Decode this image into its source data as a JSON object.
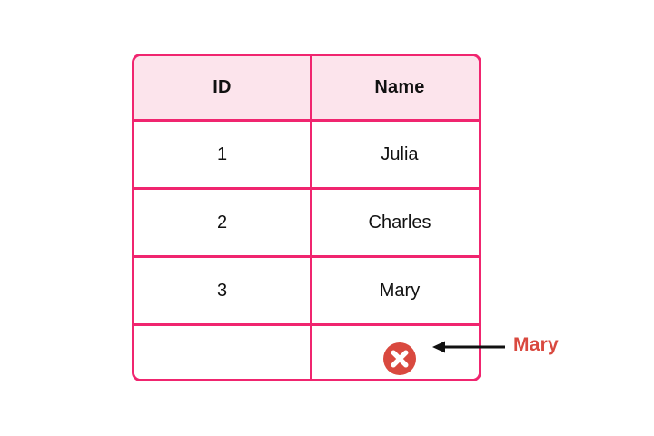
{
  "diagram": {
    "title": "unique-constraint-violation",
    "background_color": "#FFFFFF"
  },
  "colors": {
    "table_border": "#F0256F",
    "header_fill": "#FCE4EC",
    "cell_fill": "#FFFFFF",
    "text": "#111111",
    "error_red": "#D9493F",
    "arrow": "#111111"
  },
  "table": {
    "columns": [
      {
        "key": "id",
        "label": "ID"
      },
      {
        "key": "name",
        "label": "Name"
      }
    ],
    "rows": [
      {
        "id": "1",
        "name": "Julia",
        "type": "data"
      },
      {
        "id": "2",
        "name": "Charles",
        "type": "data"
      },
      {
        "id": "3",
        "name": "Mary",
        "type": "data"
      },
      {
        "id": "",
        "name": "",
        "type": "rejected",
        "icon": "error-circle-x-icon"
      }
    ]
  },
  "annotation": {
    "label": "Mary",
    "arrow_direction": "left",
    "icon": "arrow-left-icon",
    "points_to": "rejected-row-error-icon"
  }
}
